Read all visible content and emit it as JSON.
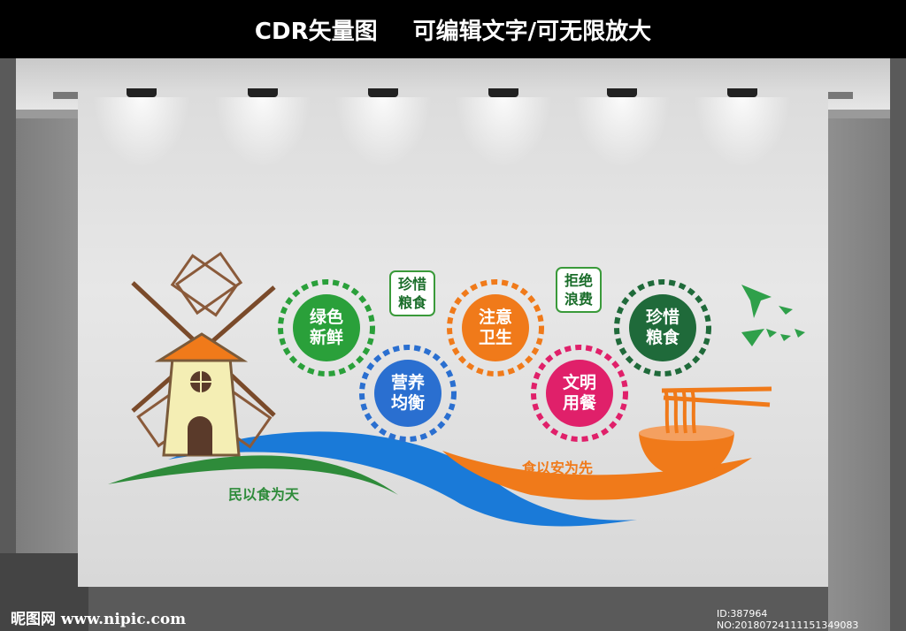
{
  "banner": {
    "left": "CDR矢量图",
    "right": "可编辑文字/可无限放大"
  },
  "medals": [
    {
      "line1": "绿色",
      "line2": "新鲜",
      "color": "#2aa03a"
    },
    {
      "line1": "营养",
      "line2": "均衡",
      "color": "#2a6fd0"
    },
    {
      "line1": "注意",
      "line2": "卫生",
      "color": "#f07a1a"
    },
    {
      "line1": "文明",
      "line2": "用餐",
      "color": "#e0206a"
    },
    {
      "line1": "珍惜",
      "line2": "粮食",
      "color": "#1f6a3a"
    }
  ],
  "tags": [
    {
      "line1": "珍惜",
      "line2": "粮食"
    },
    {
      "line1": "拒绝",
      "line2": "浪费"
    }
  ],
  "slogans": {
    "left": "民以食为天",
    "right": "食以安为先"
  },
  "watermark": {
    "site": "昵图网 www.nipic.com",
    "id": "ID:387964 NO:20180724111151349083"
  },
  "colors": {
    "green": "#2e8b3a",
    "blue": "#1a7ad8",
    "orange": "#f07a1a",
    "bird": "#2fa04a"
  }
}
